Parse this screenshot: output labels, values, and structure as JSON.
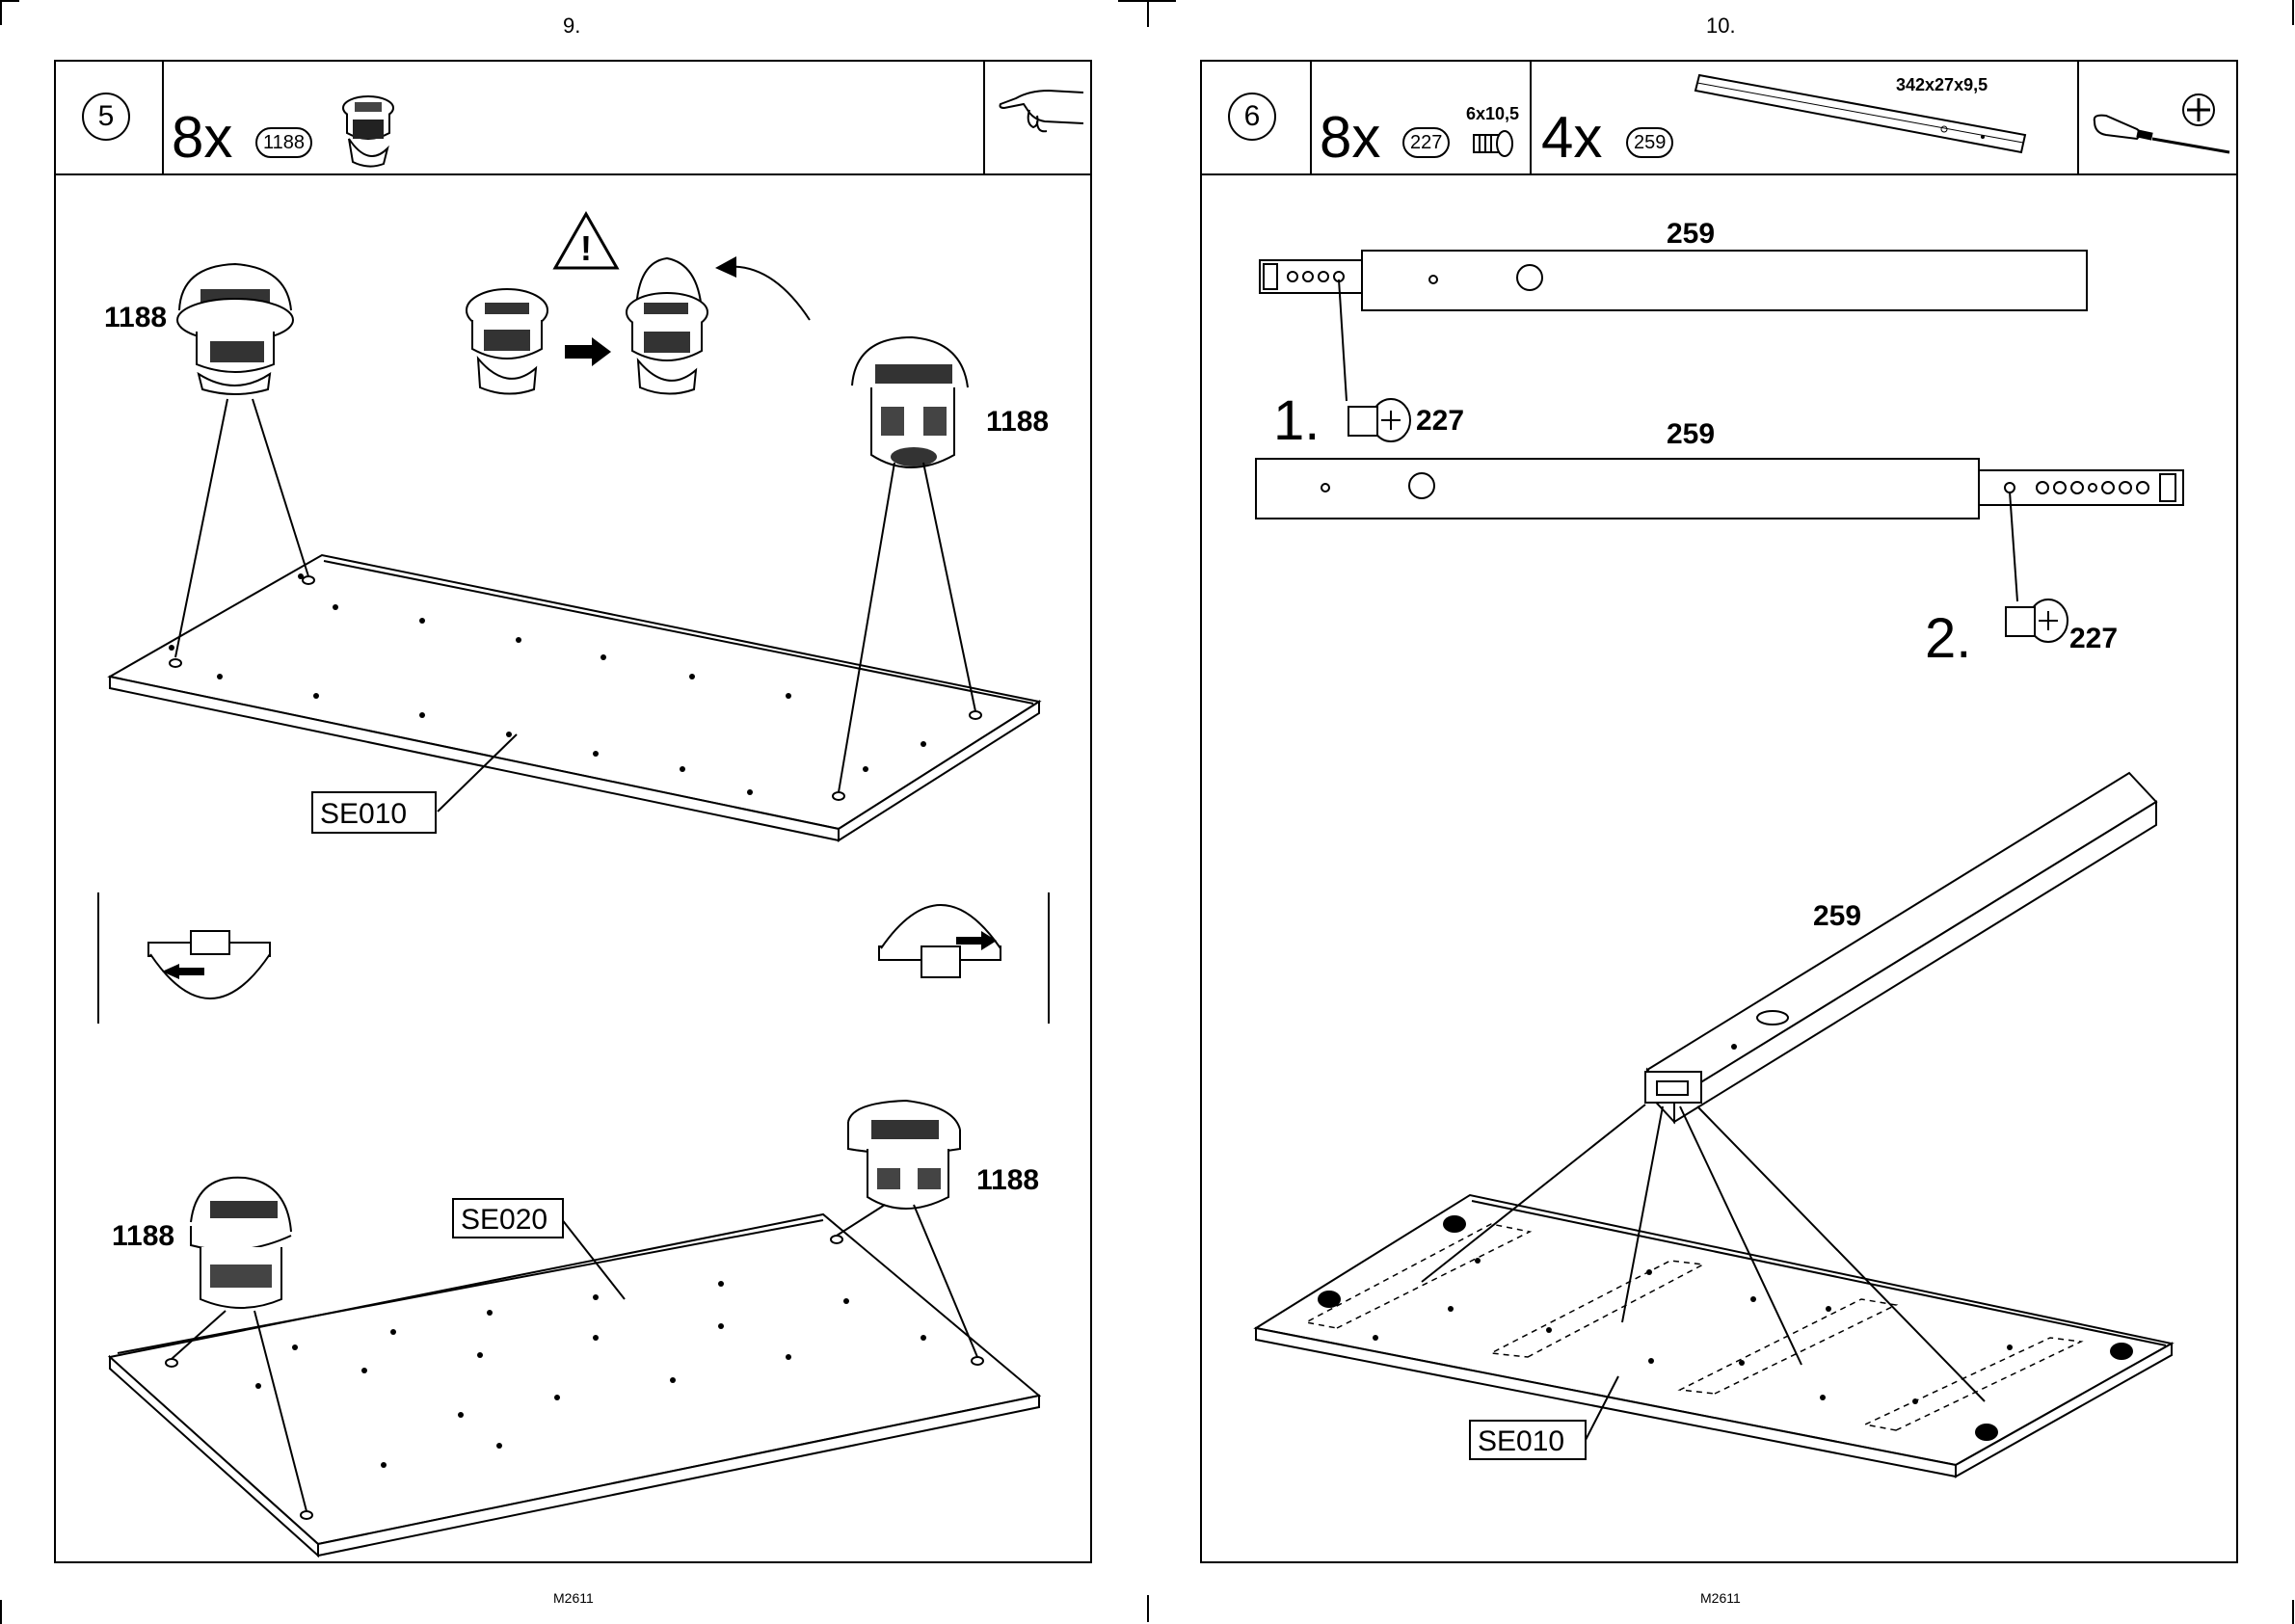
{
  "pages": {
    "left": {
      "page_number": "9.",
      "footer": "M2611",
      "step": "5",
      "hardware": [
        {
          "qty": "8x",
          "part": "1188"
        }
      ],
      "labels": {
        "cam_a": "1188",
        "cam_b": "1188",
        "cam_c": "1188",
        "cam_d": "1188",
        "panel_top": "SE010",
        "panel_bottom": "SE020"
      },
      "icons": [
        "warning-icon",
        "arrow-right-icon",
        "curved-arrow-icon",
        "hand-pointing-icon"
      ]
    },
    "right": {
      "page_number": "10.",
      "footer": "M2611",
      "step": "6",
      "hardware": [
        {
          "qty": "8x",
          "part": "227",
          "size": "6x10,5"
        },
        {
          "qty": "4x",
          "part": "259",
          "size": "342x27x9,5"
        }
      ],
      "labels": {
        "rail_1": "259",
        "rail_2": "259",
        "rail_3": "259",
        "step_1": "1.",
        "step_2": "2.",
        "screw_1": "227",
        "screw_2": "227",
        "panel": "SE010"
      },
      "icons": [
        "screwdriver-icon",
        "phillips-head-icon"
      ]
    }
  }
}
